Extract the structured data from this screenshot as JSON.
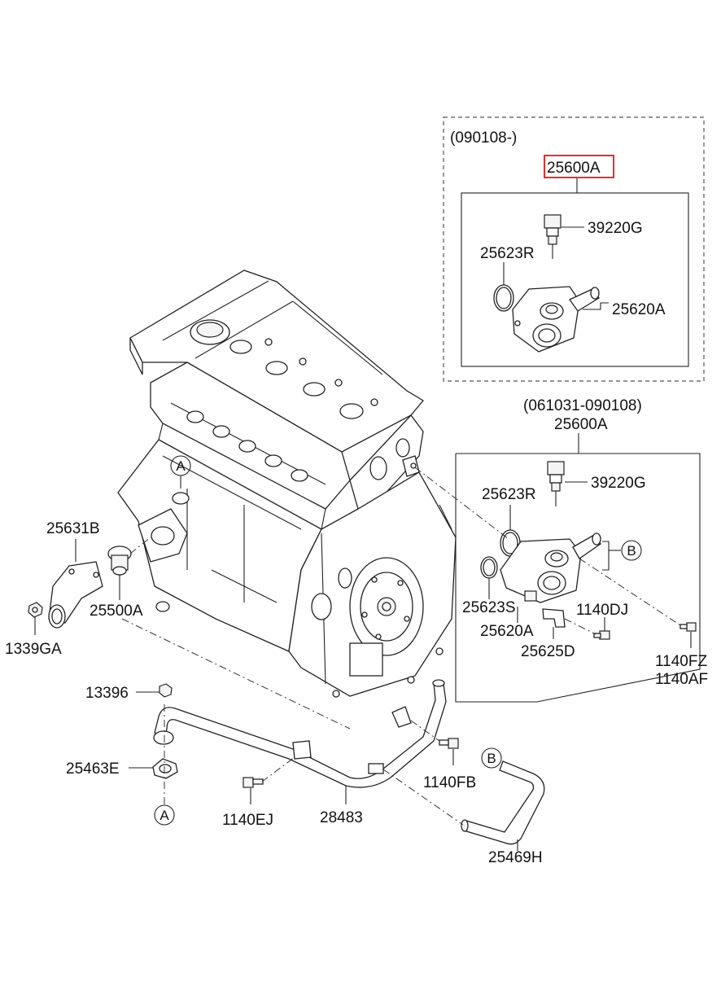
{
  "upper_box": {
    "date_range": "(090108-)",
    "assembly_part": "25600A",
    "sensor_part": "39220G",
    "oring_part": "25623R",
    "housing_part": "25620A",
    "highlight_color": "#e01818"
  },
  "lower_box": {
    "date_range": "(061031-090108)",
    "assembly_part": "25600A",
    "sensor_part": "39220G",
    "oring_part": "25623R",
    "gasket_part": "25623S",
    "housing_part": "25620A",
    "bracket_part": "25625D",
    "bolt_part": "1140DJ",
    "bolt_part_2a": "1140FZ",
    "bolt_part_2b": "1140AF"
  },
  "left_parts": {
    "thermostat_cover": "25631B",
    "thermostat": "25500A",
    "nut": "1339GA"
  },
  "pipe_parts": {
    "nut": "13396",
    "gasket": "25463E",
    "bolt_left": "1140EJ",
    "pipe": "28483",
    "bolt_right": "1140FB",
    "hose": "25469H"
  },
  "refs": {
    "a_top": "A",
    "a_bottom": "A",
    "b_right": "B",
    "b_hose": "B"
  }
}
